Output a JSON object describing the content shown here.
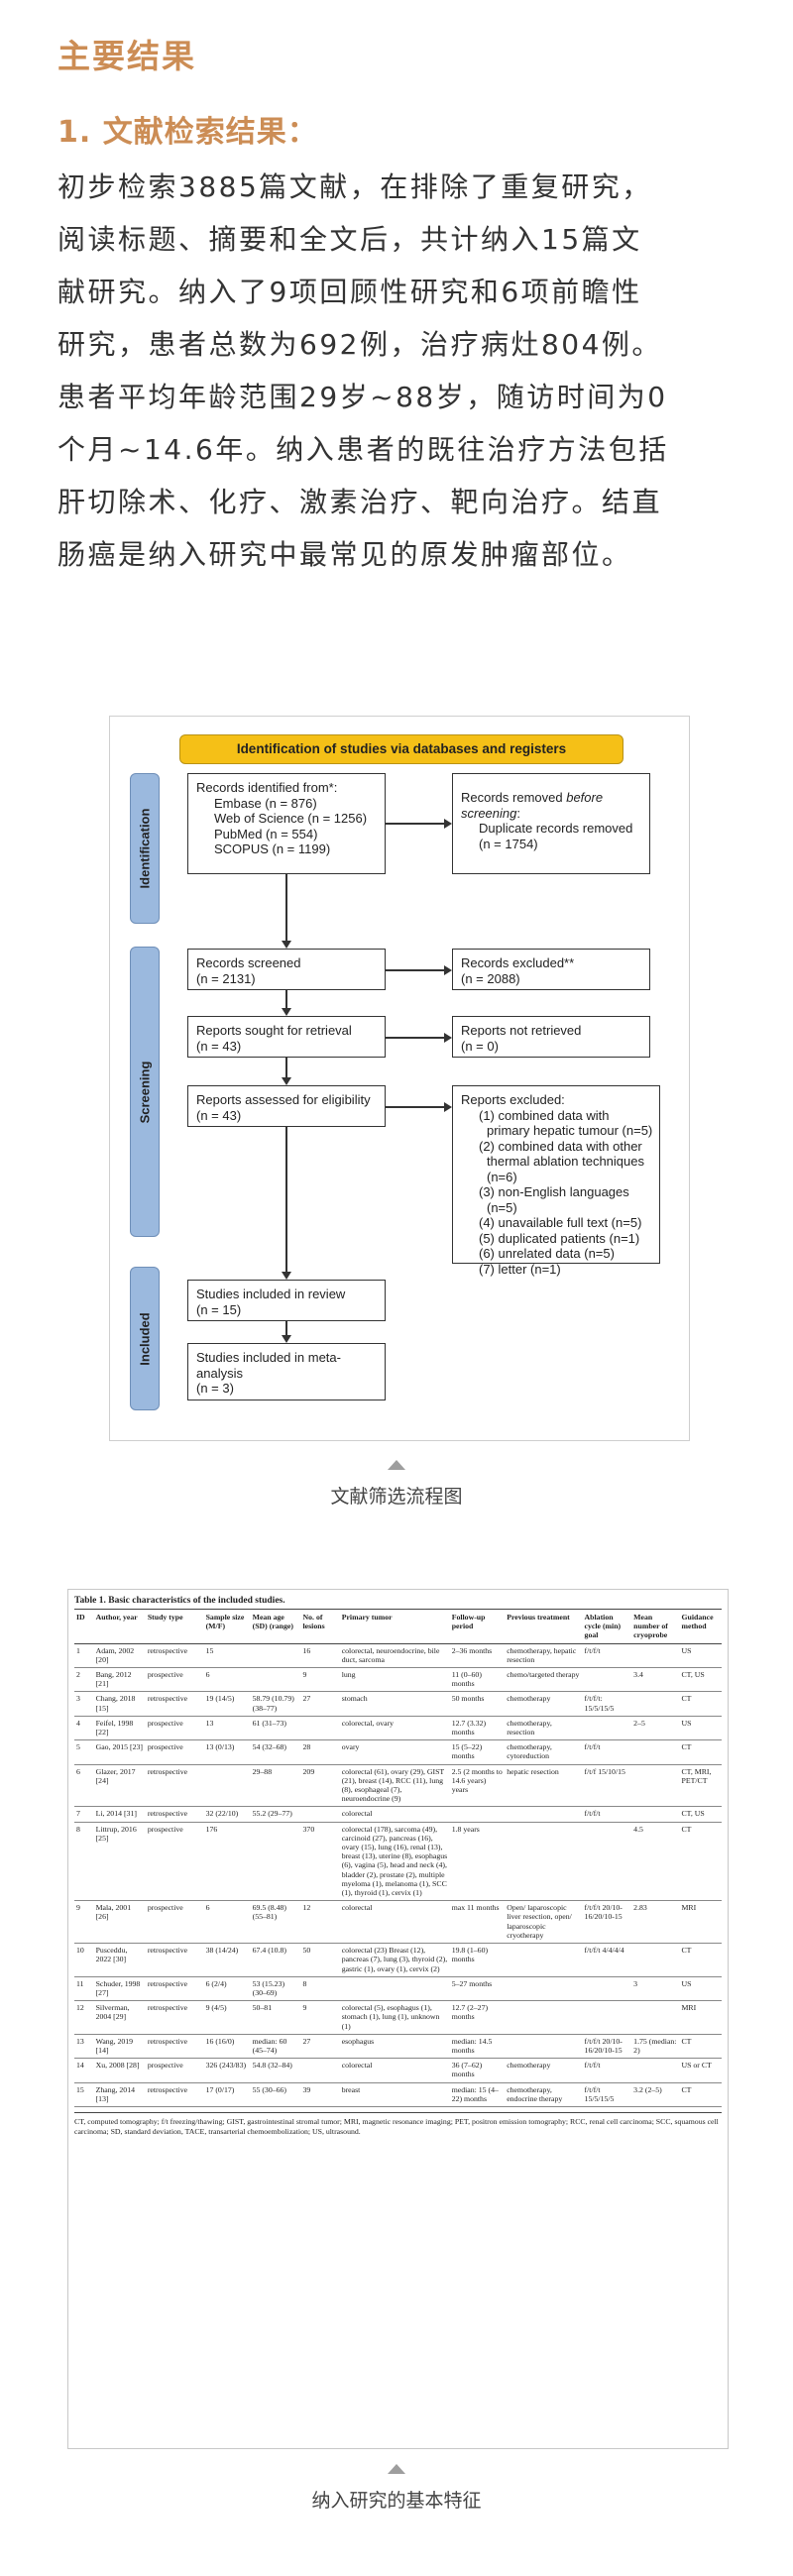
{
  "section_title": "主要结果",
  "sub_title": "1. 文献检索结果：",
  "paragraph_lines": [
    "初步检索3885篇文献，在排除了重复研究，",
    "阅读标题、摘要和全文后，共计纳入15篇文",
    "献研究。纳入了9项回顾性研究和6项前瞻性",
    "研究，患者总数为692例，治疗病灶804例。",
    "患者平均年龄范围29岁~88岁，随访时间为0",
    "个月~14.6年。纳入患者的既往治疗方法包括",
    "肝切除术、化疗、激素治疗、靶向治疗。结直",
    "肠癌是纳入研究中最常见的原发肿瘤部位。"
  ],
  "flowchart": {
    "header": "Identification of studies via databases and registers",
    "side_labels": [
      "Identification",
      "Screening",
      "Included"
    ],
    "identified_lines": [
      "Records identified from*:",
      "Embase (n = 876)",
      "Web of Science (n = 1256)",
      "PubMed (n = 554)",
      "SCOPUS (n = 1199)"
    ],
    "removed_line1": "Records removed ",
    "removed_line1_em": "before",
    "removed_line2": "screening",
    "removed_line2_tail": ":",
    "removed_line3": "Duplicate records removed",
    "removed_line4": "(n = 1754)",
    "screened_lines": [
      "Records screened",
      "(n = 2131)"
    ],
    "excluded_lines": [
      "Records excluded**",
      "(n = 2088)"
    ],
    "sought_lines": [
      "Reports sought for retrieval",
      "(n = 43)"
    ],
    "not_retrieved_lines": [
      "Reports not retrieved",
      "(n = 0)"
    ],
    "assessed_lines": [
      "Reports assessed for eligibility",
      "(n = 43)"
    ],
    "reports_excluded_title": "Reports excluded:",
    "reports_excluded_lines": [
      "(1) combined data with",
      "primary hepatic tumour (n=5)",
      "(2) combined data with other",
      "thermal ablation techniques",
      "(n=6)",
      "(3) non-English languages",
      "(n=5)",
      "(4) unavailable full text (n=5)",
      "(5) duplicated patients (n=1)",
      "(6) unrelated data (n=5)",
      "(7) letter (n=1)"
    ],
    "included_review_lines": [
      "Studies included in review",
      "(n = 15)"
    ],
    "included_meta_lines": [
      "Studies included in meta-",
      "analysis",
      "(n = 3)"
    ]
  },
  "caption_flow": "文献筛选流程图",
  "table": {
    "title": "Table 1.  Basic characteristics of the included studies.",
    "headers": [
      "ID",
      "Author, year",
      "Study type",
      "Sample size (M/F)",
      "Mean age (SD) (range)",
      "No. of lesions",
      "Primary tumor",
      "Follow-up period",
      "Previous treatment",
      "Ablation cycle (min) goal",
      "Mean number of cryoprobe",
      "Guidance method"
    ],
    "rows": [
      [
        "1",
        "Adam, 2002 [20]",
        "retrospective",
        "15",
        "",
        "16",
        "colorectal, neuroendocrine, bile duct, sarcoma",
        "2–36 months",
        "chemotherapy, hepatic resection",
        "f/t/f/t",
        "",
        "US"
      ],
      [
        "2",
        "Bang, 2012 [21]",
        "prospective",
        "6",
        "",
        "9",
        "lung",
        "11 (0–60) months",
        "chemo/targeted therapy",
        "",
        "3.4",
        "CT, US"
      ],
      [
        "3",
        "Chang, 2018 [15]",
        "retrospective",
        "19 (14/5)",
        "58.79 (10.79) (38–77)",
        "27",
        "stomach",
        "50 months",
        "chemotherapy",
        "f/t/f/t: 15/5/15/5",
        "",
        "CT"
      ],
      [
        "4",
        "Feifel, 1998 [22]",
        "prospective",
        "13",
        "61 (31–73)",
        "",
        "colorectal, ovary",
        "12.7 (3.32) months",
        "chemotherapy, resection",
        "",
        "2–5",
        "US"
      ],
      [
        "5",
        "Gao, 2015 [23]",
        "prospective",
        "13 (0/13)",
        "54 (32–68)",
        "28",
        "ovary",
        "15 (5–22) months",
        "chemotherapy, cytoreduction",
        "f/t/f/t",
        "",
        "CT"
      ],
      [
        "6",
        "Glazer, 2017 [24]",
        "retrospective",
        "",
        "29–88",
        "209",
        "colorectal (61), ovary (29), GIST (21), breast (14), RCC (11), lung (8), esophageal (7), neuroendocrine (9)",
        "2.5 (2 months to 14.6 years) years",
        "hepatic resection",
        "f/t/f 15/10/15",
        "",
        "CT, MRI, PET/CT"
      ],
      [
        "7",
        "Li, 2014 [31]",
        "retrospective",
        "32 (22/10)",
        "55.2 (29–77)",
        "",
        "colorectal",
        "",
        "",
        "f/t/f/t",
        "",
        "CT, US"
      ],
      [
        "8",
        "Littrup, 2016 [25]",
        "prospective",
        "176",
        "",
        "370",
        "colorectal (178), sarcoma (49), carcinoid (27), pancreas (16), ovary (15), lung (16), renal (13), breast (13), uterine (8), esophagus (6), vagina (5), head and neck (4), bladder (2), prostate (2), multiple myeloma (1), melanoma (1), SCC (1), thyroid (1), cervix (1)",
        "1.8 years",
        "",
        "",
        "4.5",
        "CT"
      ],
      [
        "9",
        "Mala, 2001 [26]",
        "prospective",
        "6",
        "69.5 (8.48) (55–81)",
        "12",
        "colorectal",
        "max 11 months",
        "Open/ laparoscopic liver resection, open/ laparoscopic cryotherapy",
        "f/t/f/t 20/10-16/20/10-15",
        "2.83",
        "MRI"
      ],
      [
        "10",
        "Pusceddu, 2022 [30]",
        "retrospective",
        "38 (14/24)",
        "67.4 (10.8)",
        "50",
        "colorectal (23) Breast (12), pancreas (7), lung (3), thyroid (2), gastric (1), ovary (1), cervix (2)",
        "19.8 (1–60) months",
        "",
        "f/t/f/t 4/4/4/4",
        "",
        "CT"
      ],
      [
        "11",
        "Schuder, 1998 [27]",
        "retrospective",
        "6 (2/4)",
        "53 (15.23) (30–69)",
        "8",
        "",
        "5–27 months",
        "",
        "",
        "3",
        "US"
      ],
      [
        "12",
        "Silverman, 2004 [29]",
        "retrospective",
        "9 (4/5)",
        "50–81",
        "9",
        "colorectal (5), esophagus (1), stomach (1), lung (1), unknown (1)",
        "12.7 (2–27) months",
        "",
        "",
        "",
        "MRI"
      ],
      [
        "13",
        "Wang, 2019 [14]",
        "retrospective",
        "16 (16/0)",
        "median: 60 (45–74)",
        "27",
        "esophagus",
        "median: 14.5 months",
        "",
        "f/t/f/t 20/10-16/20/10-15",
        "1.75 (median: 2)",
        "CT"
      ],
      [
        "14",
        "Xu, 2008 [28]",
        "prospective",
        "326 (243/83)",
        "54.8 (32–84)",
        "",
        "colorectal",
        "36 (7–62) months",
        "chemotherapy",
        "f/t/f/t",
        "",
        "US or CT"
      ],
      [
        "15",
        "Zhang, 2014 [13]",
        "retrospective",
        "17 (0/17)",
        "55 (30–66)",
        "39",
        "breast",
        "median: 15 (4–22) months",
        "chemotherapy, endocrine therapy",
        "f/t/f/t 15/5/15/5",
        "3.2 (2–5)",
        "CT"
      ]
    ],
    "footnote": "CT, computed tomography; f/t freezing/thawing; GIST, gastrointestinal stromal tumor; MRI, magnetic resonance imaging; PET, positron emission tomography; RCC, renal cell carcinoma; SCC, squamous cell carcinoma; SD, standard deviation, TACE, transarterial chemoembolization; US, ultrasound."
  },
  "caption_table": "纳入研究的基本特征",
  "colors": {
    "accent": "#cc8d55",
    "flow_header": "#f5c017",
    "flow_side": "#9bb9de"
  }
}
